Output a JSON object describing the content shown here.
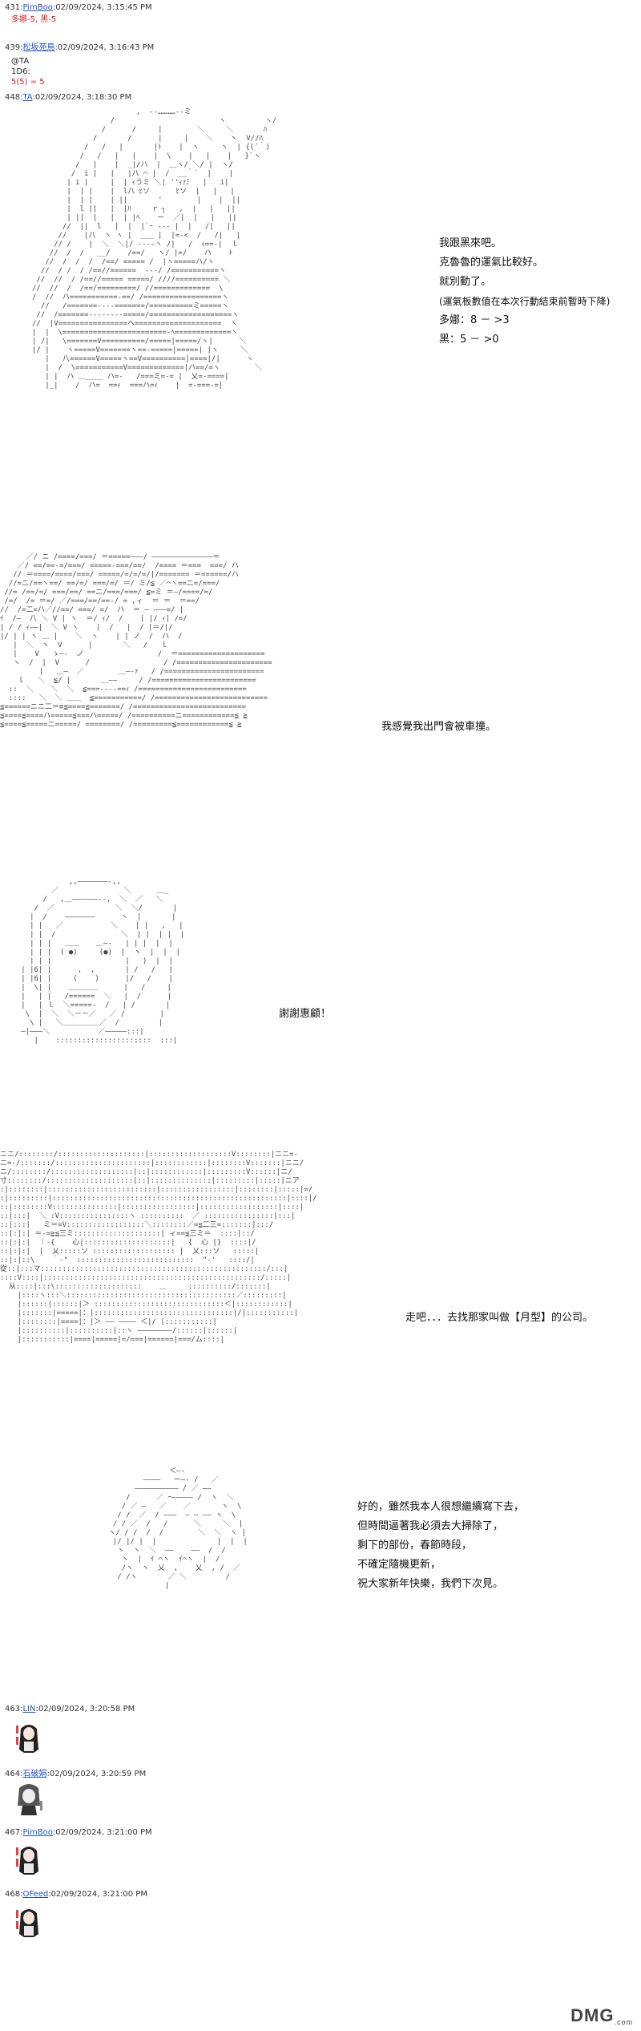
{
  "posts": [
    {
      "no": "431:",
      "name": "PimBoo",
      "time": ":02/09/2024, 3:15:45 PM",
      "body": [
        "多娜-5, 黑-5"
      ]
    },
    {
      "no": "439:",
      "name": "松坂苑鳥",
      "time": ":02/09/2024, 3:16:43 PM",
      "body": [
        "@TA",
        "1D6:",
        "5(5) = 5"
      ]
    },
    {
      "no": "448:",
      "name": "TA",
      "time": ":02/09/2024, 3:18:30 PM"
    },
    {
      "no": "463:",
      "name": "LIN",
      "time": ":02/09/2024, 3:20:58 PM"
    },
    {
      "no": "464:",
      "name": "石破娟",
      "time": ":02/09/2024, 3:20:59 PM"
    },
    {
      "no": "467:",
      "name": "PimBoo",
      "time": ":02/09/2024, 3:21:00 PM"
    },
    {
      "no": "468:",
      "name": "OFeed",
      "time": ":02/09/2024, 3:21:00 PM"
    }
  ],
  "panels": {
    "p1": [
      "我跟黑來吧。",
      "克魯魯的運氣比較好。",
      "就別動了。",
      "(運氣板數值在本次行動結束前暫時下降)",
      "多娜：8 － >3",
      "黑：5 － >0"
    ],
    "p2": [
      "我感覺我出門會被車撞。"
    ],
    "p3": [
      "謝謝惠顧！"
    ],
    "p4": [
      "走吧．．．去找那家叫做【月型】的公司。"
    ],
    "p5": [
      "好的，雖然我本人很想繼續寫下去，",
      "但時間逼著我必須去大掃除了，",
      "剩下的部份，春節時段，",
      "不確定隨機更新，",
      "祝大家新年快樂，我們下次見。"
    ]
  },
  "watermark": {
    "text": "DMG",
    "sub": ".com"
  }
}
